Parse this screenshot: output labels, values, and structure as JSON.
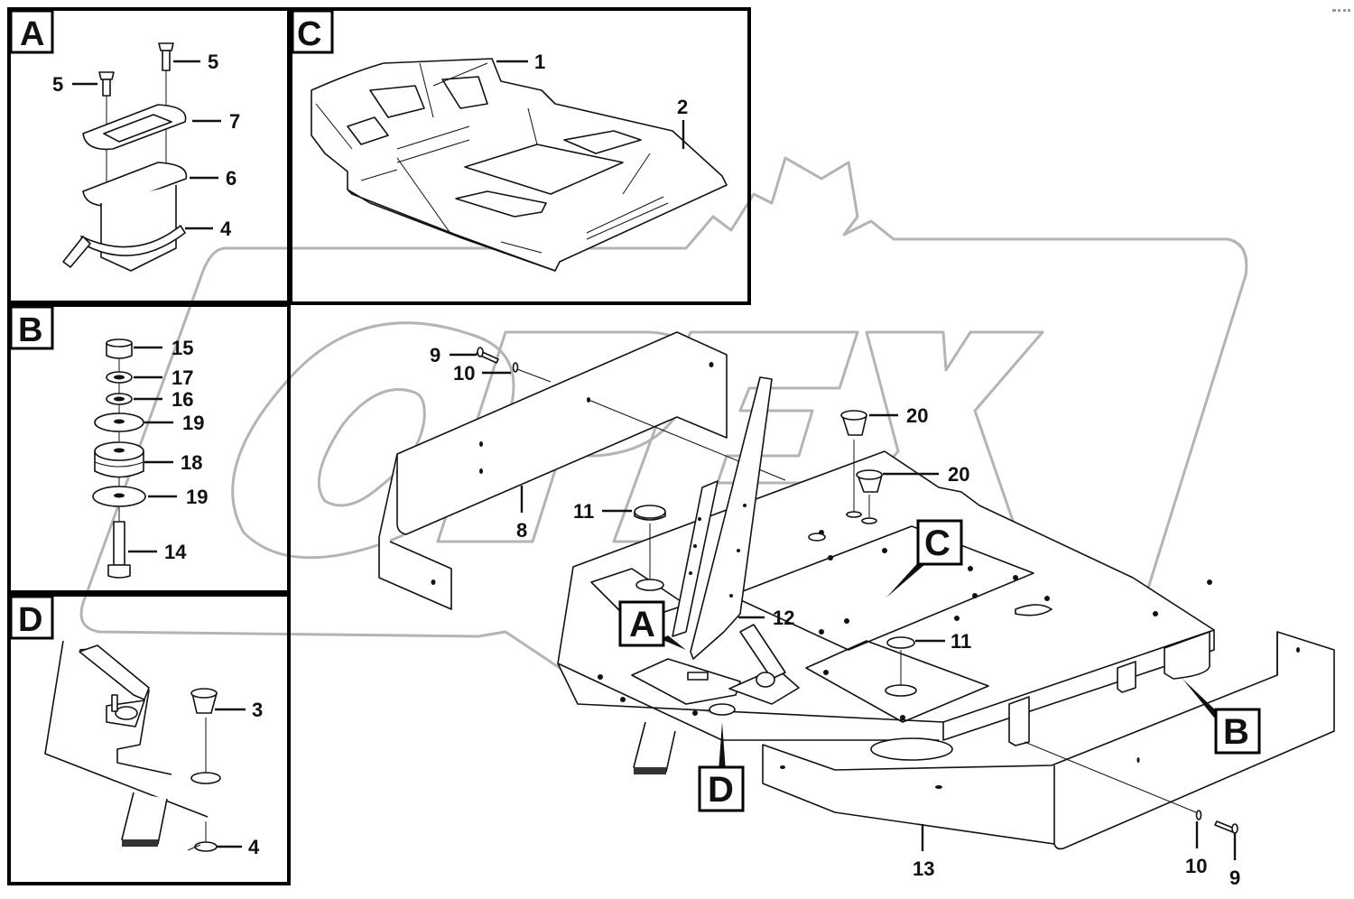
{
  "diagram": {
    "type": "exploded-parts-diagram",
    "watermark": "OPEX",
    "colors": {
      "line": "#111111",
      "frame": "#000000",
      "watermark": "#b4b4b4",
      "background": "#ffffff"
    },
    "detail_panels": [
      {
        "id": "A",
        "letter": "A",
        "callouts": [
          {
            "num": "5"
          },
          {
            "num": "5"
          },
          {
            "num": "7"
          },
          {
            "num": "6"
          },
          {
            "num": "4"
          }
        ]
      },
      {
        "id": "B",
        "letter": "B",
        "callouts": [
          {
            "num": "15"
          },
          {
            "num": "17"
          },
          {
            "num": "16"
          },
          {
            "num": "19"
          },
          {
            "num": "18"
          },
          {
            "num": "19"
          },
          {
            "num": "14"
          }
        ]
      },
      {
        "id": "C",
        "letter": "C",
        "callouts": [
          {
            "num": "1"
          },
          {
            "num": "2"
          }
        ]
      },
      {
        "id": "D",
        "letter": "D",
        "callouts": [
          {
            "num": "3"
          },
          {
            "num": "4"
          }
        ]
      }
    ],
    "main_view": {
      "view_markers": [
        "A",
        "B",
        "C",
        "D"
      ],
      "callouts": [
        {
          "num": "9"
        },
        {
          "num": "10"
        },
        {
          "num": "8"
        },
        {
          "num": "11"
        },
        {
          "num": "20"
        },
        {
          "num": "20"
        },
        {
          "num": "12"
        },
        {
          "num": "11"
        },
        {
          "num": "13"
        },
        {
          "num": "10"
        },
        {
          "num": "9"
        }
      ]
    }
  }
}
